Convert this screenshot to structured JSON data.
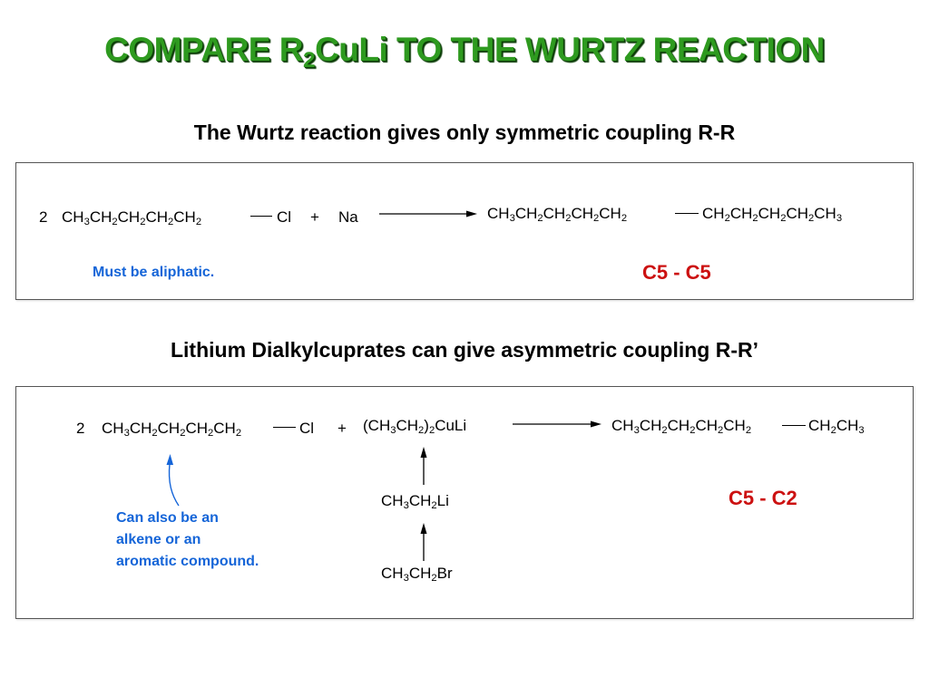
{
  "title": {
    "part1": "COMPARE R",
    "sub": "2",
    "part2": "CuLi TO THE WURTZ REACTION"
  },
  "wurtz": {
    "heading": "The Wurtz reaction gives only symmetric coupling R-R",
    "coefficient": "2",
    "reactant_groups": [
      {
        "t": "CH",
        "s": "3"
      },
      {
        "t": "CH",
        "s": "2"
      },
      {
        "t": "CH",
        "s": "2"
      },
      {
        "t": "CH",
        "s": "2"
      },
      {
        "t": "CH",
        "s": "2"
      }
    ],
    "halogen": "Cl",
    "plus": "+",
    "reagent": "Na",
    "product_left": [
      {
        "t": "CH",
        "s": "3"
      },
      {
        "t": "CH",
        "s": "2"
      },
      {
        "t": "CH",
        "s": "2"
      },
      {
        "t": "CH",
        "s": "2"
      },
      {
        "t": "CH",
        "s": "2"
      }
    ],
    "product_right": [
      {
        "t": "CH",
        "s": "2"
      },
      {
        "t": "CH",
        "s": "2"
      },
      {
        "t": "CH",
        "s": "2"
      },
      {
        "t": "CH",
        "s": "2"
      },
      {
        "t": "CH",
        "s": "3"
      }
    ],
    "note": "Must be aliphatic.",
    "result": "C5 - C5"
  },
  "cuprate": {
    "heading": "Lithium Dialkylcuprates can give asymmetric coupling R-R’",
    "coefficient": "2",
    "reactant_groups": [
      {
        "t": "CH",
        "s": "3"
      },
      {
        "t": "CH",
        "s": "2"
      },
      {
        "t": "CH",
        "s": "2"
      },
      {
        "t": "CH",
        "s": "2"
      },
      {
        "t": "CH",
        "s": "2"
      }
    ],
    "halogen": "Cl",
    "plus": "+",
    "reagent": [
      {
        "t": "(CH",
        "s": "3"
      },
      {
        "t": "CH",
        "s": "2"
      },
      {
        "t": ")",
        "s": "2"
      },
      {
        "t": "CuLi",
        "s": ""
      }
    ],
    "product_left": [
      {
        "t": "CH",
        "s": "3"
      },
      {
        "t": "CH",
        "s": "2"
      },
      {
        "t": "CH",
        "s": "2"
      },
      {
        "t": "CH",
        "s": "2"
      },
      {
        "t": "CH",
        "s": "2"
      }
    ],
    "product_right": [
      {
        "t": "CH",
        "s": "2"
      },
      {
        "t": "CH",
        "s": "3"
      }
    ],
    "precursor1": [
      {
        "t": "CH",
        "s": "3"
      },
      {
        "t": "CH",
        "s": "2"
      },
      {
        "t": "Li",
        "s": ""
      }
    ],
    "precursor2": [
      {
        "t": "CH",
        "s": "3"
      },
      {
        "t": "CH",
        "s": "2"
      },
      {
        "t": "Br",
        "s": ""
      }
    ],
    "note_lines": [
      "Can also be an",
      "alkene or an",
      "aromatic compound."
    ],
    "result": "C5 - C2"
  },
  "colors": {
    "title_green": "#2e9a1f",
    "note_blue": "#1565d8",
    "result_red": "#cc1111"
  }
}
